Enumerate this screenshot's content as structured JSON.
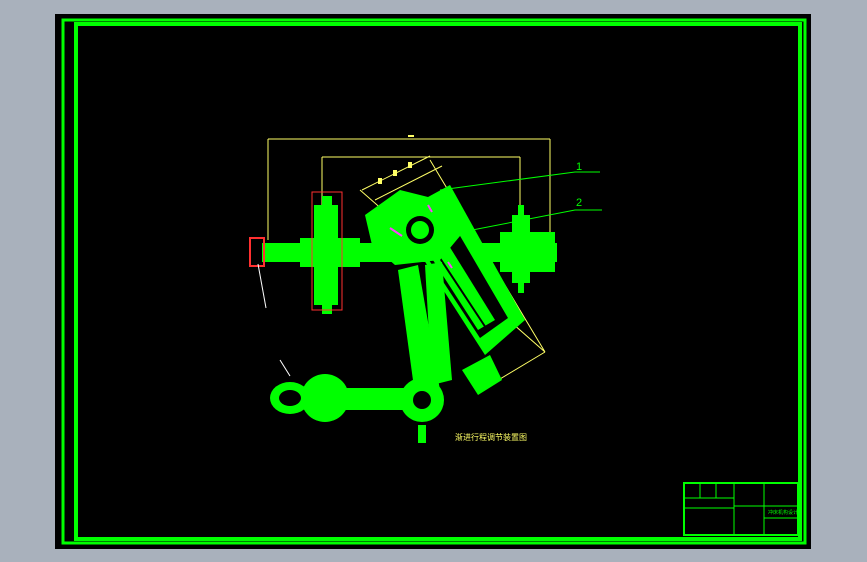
{
  "drawing": {
    "colors": {
      "background": "#a9b1bc",
      "sheet": "#000000",
      "frame": "#00ff00",
      "dimension": "#ffff66",
      "accent_red": "#ff3030",
      "accent_magenta": "#ff40ff",
      "leader": "#ffffff"
    },
    "part_labels": [
      "1",
      "2"
    ],
    "annotation_note": "渐进行程调节装置图"
  },
  "title_block": {
    "caption": "冲床机构设计"
  }
}
